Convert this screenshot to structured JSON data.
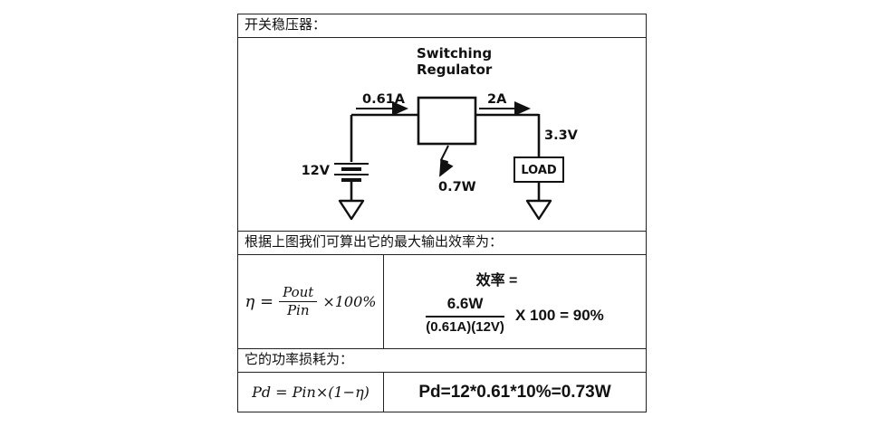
{
  "table": {
    "title": "开关稳压器：",
    "efficiency_caption": "根据上图我们可算出它的最大输出效率为：",
    "loss_caption": "它的功率损耗为："
  },
  "diagram": {
    "regulator_label_line1": "Switching",
    "regulator_label_line2": "Regulator",
    "input_current": "0.61A",
    "output_current": "2A",
    "source_voltage": "12V",
    "output_voltage": "3.3V",
    "loss_power": "0.7W",
    "load_label": "LOAD"
  },
  "efficiency": {
    "formula": {
      "lhs": "η =",
      "numerator": "Pout",
      "denominator": "Pin",
      "suffix": "×100%"
    },
    "calc": {
      "label": "效率 =",
      "numerator": "6.6W",
      "denominator": "(0.61A)(12V)",
      "suffix": "X 100 = 90%"
    }
  },
  "loss": {
    "formula": "Pd = Pin×(1−η)",
    "calc": "Pd=12*0.61*10%=0.73W"
  },
  "colors": {
    "border": "#222222",
    "ink": "#111111",
    "background": "#ffffff"
  }
}
